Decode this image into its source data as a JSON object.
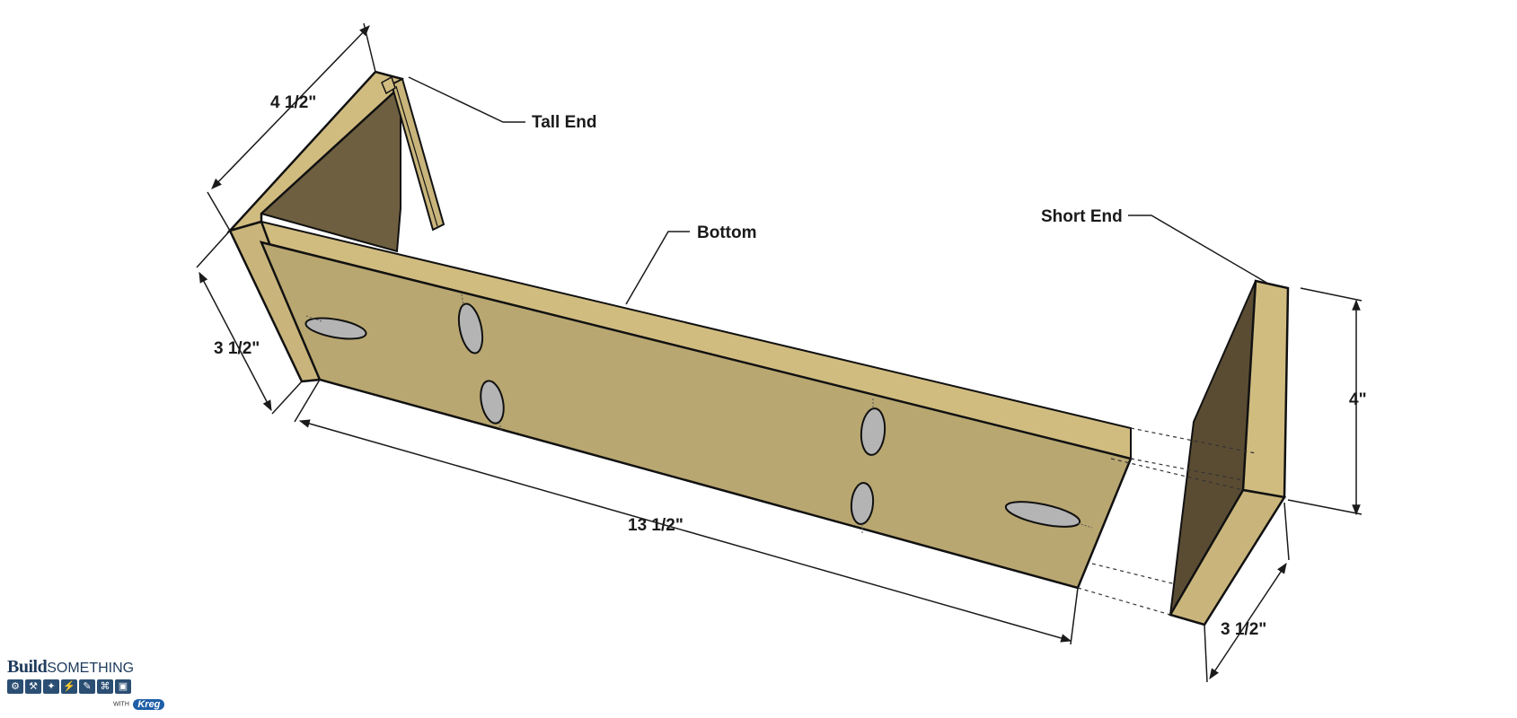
{
  "labels": {
    "tall_end": "Tall End",
    "short_end": "Short End",
    "bottom": "Bottom"
  },
  "dimensions": {
    "tall_end_length": "4 1/2\"",
    "tall_end_width": "3 1/2\"",
    "bottom_length": "13 1/2\"",
    "short_end_height": "4\"",
    "short_end_width": "3 1/2\""
  },
  "logo": {
    "build": "Build",
    "something": "SOMETHING",
    "with": "WITH",
    "kreg": "Kreg",
    "icons": [
      "gear-icon",
      "hammer-icon",
      "drill-icon",
      "saw-icon",
      "brush-icon",
      "clamp-icon",
      "roller-icon"
    ]
  },
  "colors": {
    "wood_face": "#b9a771",
    "wood_edge": "#d1bc80",
    "wood_shadow": "#6e5f40",
    "wood_dark": "#5a4c33",
    "pocket_hole": "#b4b4b4",
    "logo_blue": "#1f3b5c"
  }
}
